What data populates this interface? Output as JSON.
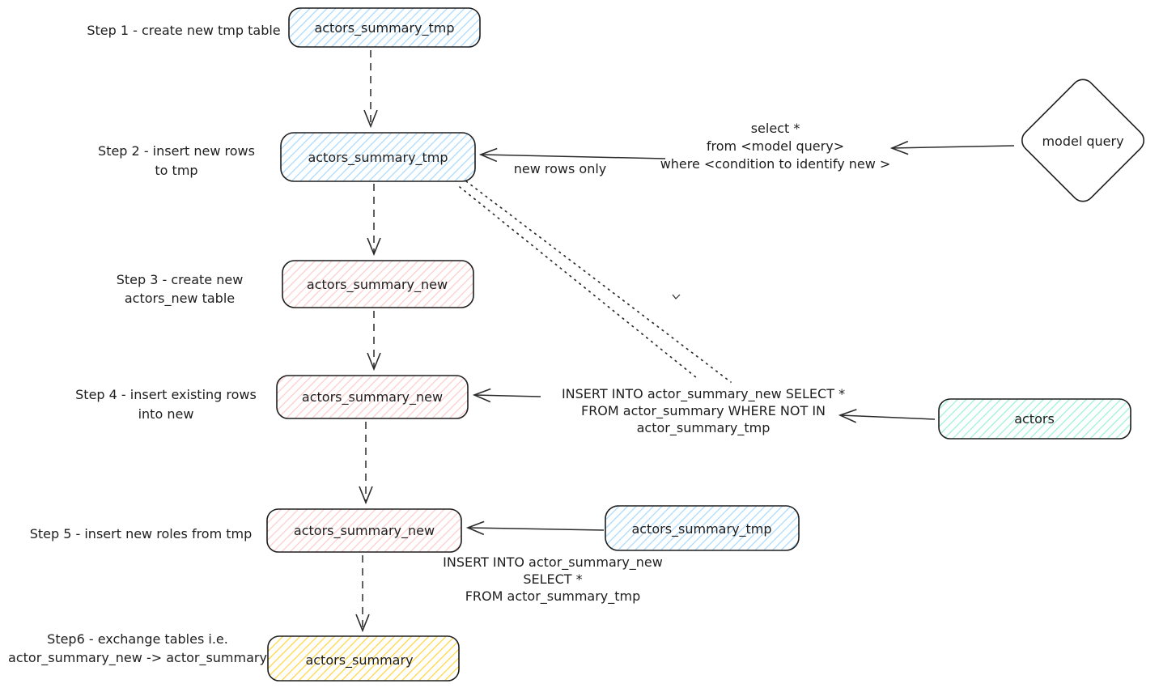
{
  "diagram": {
    "title": "",
    "colors": {
      "blue": "#a5d8ff",
      "pink": "#ffc9c9",
      "green": "#96f2d7",
      "yellow": "#ffd43b",
      "stroke": "#1e1e1e",
      "background": "#ffffff"
    },
    "step_labels": {
      "s1": [
        "Step 1 - create new tmp table"
      ],
      "s2": [
        "Step 2 - insert new rows",
        "to tmp"
      ],
      "s3": [
        "Step 3 - create new",
        "actors_new table"
      ],
      "s4": [
        "Step 4 - insert existing rows",
        "into new"
      ],
      "s5": [
        "Step 5 - insert new roles from tmp"
      ],
      "s6": [
        "Step6 - exchange tables i.e.",
        "actor_summary_new -> actor_summary"
      ]
    },
    "nodes": {
      "step1_table": "actors_summary_tmp",
      "step2_table": "actors_summary_tmp",
      "step3_table": "actors_summary_new",
      "step4_table": "actors_summary_new",
      "step5_table": "actors_summary_new",
      "step6_table": "actors_summary",
      "actors_table": "actors",
      "tmp_source_table": "actors_summary_tmp",
      "model_query": "model query"
    },
    "annotations": {
      "select_query": [
        "select *",
        "from <model query>",
        "where <condition to identify new >"
      ],
      "new_rows_only": "new rows only",
      "insert_existing_query": [
        "INSERT INTO actor_summary_new SELECT *",
        "FROM actor_summary WHERE NOT IN",
        "actor_summary_tmp"
      ],
      "insert_from_tmp_query": [
        "INSERT INTO actor_summary_new",
        "SELECT *",
        "FROM actor_summary_tmp"
      ]
    }
  }
}
